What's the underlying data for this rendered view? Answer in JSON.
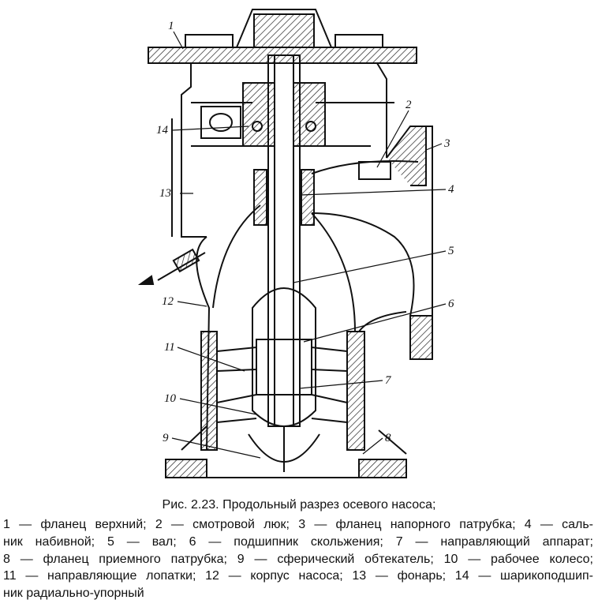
{
  "figure": {
    "labels": [
      "1",
      "2",
      "3",
      "4",
      "5",
      "6",
      "7",
      "8",
      "9",
      "10",
      "11",
      "12",
      "13",
      "14"
    ]
  },
  "caption": "Рис. 2.23. Продольный разрез осевого насоса;",
  "legend_lines": [
    "1 — фланец верхний; 2 — смотровой люк; 3 — фланец напорного патрубка; 4 — саль-",
    "ник набивной; 5 — вал; 6 — подшипник скольжения; 7 — направляющий аппарат;",
    "8 — фланец приемного патрубка; 9 — сферический обтекатель; 10 — рабочее колесо;",
    "11 — направляющие лопатки; 12 — корпус насоса; 13 — фонарь; 14 — шарикоподшип-",
    "ник радиально-упорный"
  ]
}
